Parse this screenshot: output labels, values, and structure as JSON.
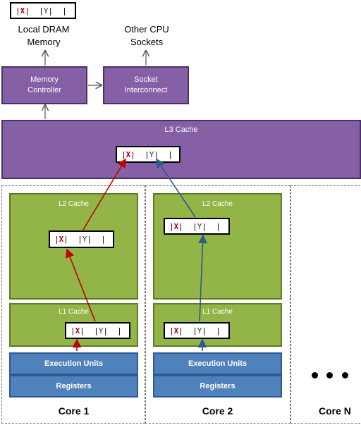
{
  "top": {
    "line_label": {
      "bar1": "|",
      "x": "X",
      "bar2": "|  |",
      "y": "Y",
      "bar3": "|  |"
    },
    "dram_label_line1": "Local DRAM",
    "dram_label_line2": "Memory",
    "cpu_label_line1": "Other CPU",
    "cpu_label_line2": "Sockets"
  },
  "memory_controller": {
    "line1": "Memory",
    "line2": "Controller"
  },
  "socket_interconnect": {
    "line1": "Socket",
    "line2": "Interconnect"
  },
  "l3": {
    "title": "L3 Cache"
  },
  "cores": [
    {
      "label": "Core 1",
      "l2_title": "L2 Cache",
      "l1_title": "L1 Cache",
      "exec_label": "Execution Units",
      "reg_label": "Registers"
    },
    {
      "label": "Core 2",
      "l2_title": "L2 Cache",
      "l1_title": "L1 Cache",
      "exec_label": "Execution Units",
      "reg_label": "Registers"
    },
    {
      "label": "Core N"
    }
  ],
  "cache_line": {
    "bar1": "|",
    "x": "X",
    "bar2": "|  |",
    "y": "Y",
    "bar3": "|  |"
  },
  "colors": {
    "purple": "#8660a6",
    "green": "#93b548",
    "blue": "#4f81bd",
    "arrow_red": "#c00000",
    "arrow_blue": "#2e5a86"
  }
}
